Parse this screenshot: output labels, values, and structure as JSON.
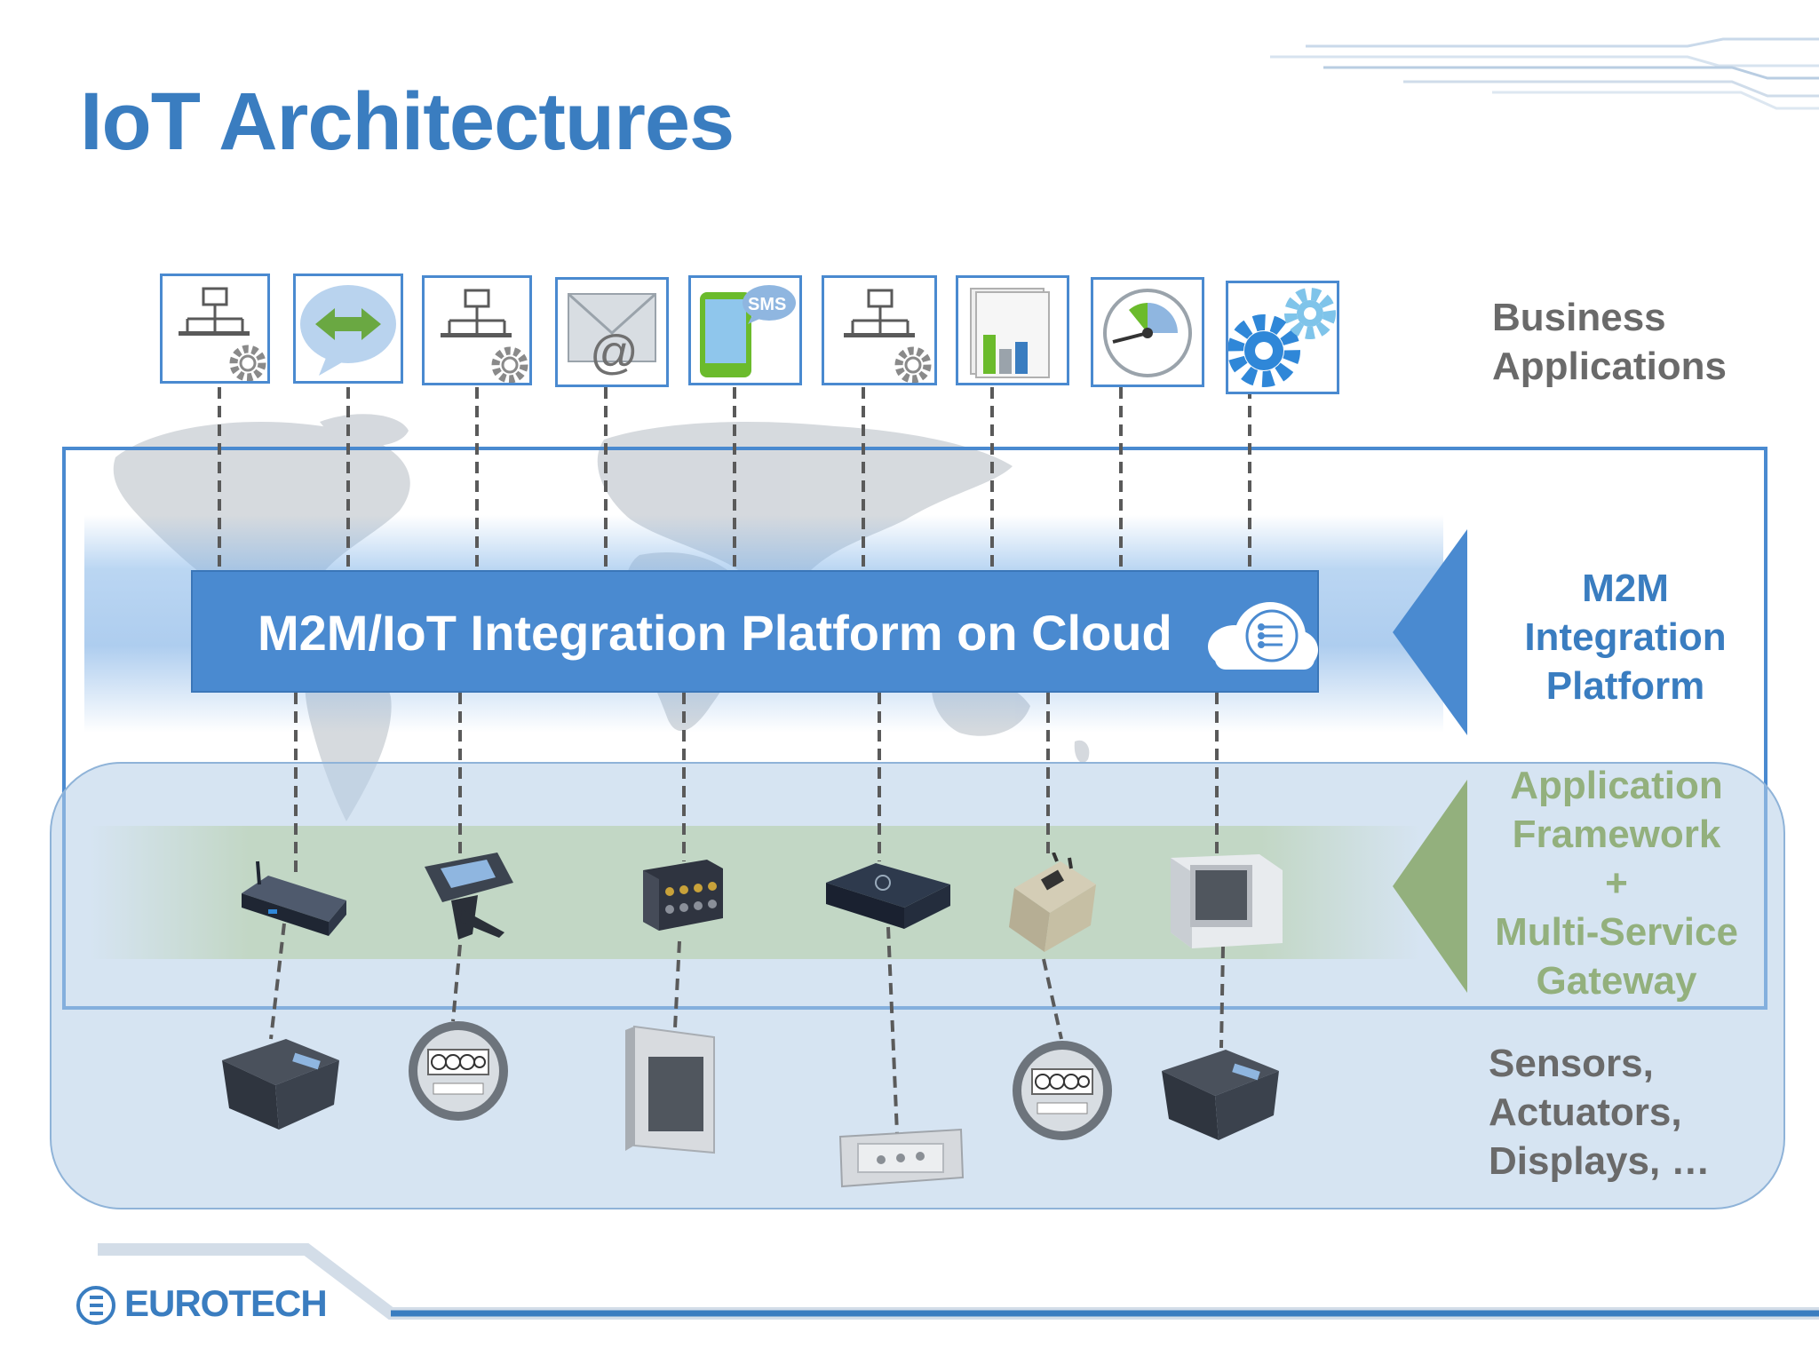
{
  "slide": {
    "title": "IoT Architectures"
  },
  "platform": {
    "bar_label": "M2M/IoT Integration Platform on Cloud"
  },
  "layers": {
    "business": [
      "Business",
      "Applications"
    ],
    "m2m": [
      "M2M",
      "Integration",
      "Platform"
    ],
    "app_framework": [
      "Application",
      "Framework",
      "+",
      "Multi-Service",
      "Gateway"
    ],
    "sensors": [
      "Sensors,",
      "Actuators,",
      "Displays, …"
    ]
  },
  "application_icons": [
    {
      "icon": "network-hierarchy-gear-icon"
    },
    {
      "icon": "speech-bubble-arrows-icon"
    },
    {
      "icon": "network-hierarchy-gear-icon"
    },
    {
      "icon": "email-envelope-at-icon"
    },
    {
      "icon": "mobile-phone-icon",
      "badge": "SMS"
    },
    {
      "icon": "network-hierarchy-gear-icon"
    },
    {
      "icon": "bar-chart-report-icon"
    },
    {
      "icon": "gauge-dashboard-icon"
    },
    {
      "icon": "gears-icon"
    }
  ],
  "gateway_devices": [
    {
      "icon": "router-device-icon"
    },
    {
      "icon": "handheld-terminal-icon"
    },
    {
      "icon": "rugged-computer-icon"
    },
    {
      "icon": "gateway-box-icon"
    },
    {
      "icon": "rugged-module-icon"
    },
    {
      "icon": "touch-panel-icon"
    }
  ],
  "field_devices": [
    {
      "icon": "io-module-icon"
    },
    {
      "icon": "electric-meter-icon"
    },
    {
      "icon": "display-panel-icon"
    },
    {
      "icon": "sensor-strip-icon"
    },
    {
      "icon": "electric-meter-icon"
    },
    {
      "icon": "io-module-icon"
    }
  ],
  "colors": {
    "accent_blue": "#4a8ad0",
    "title_blue": "#3a7dc0",
    "framework_green": "#93b07d",
    "label_gray": "#6a6a6a"
  },
  "brand": {
    "logo_text": "EUROTECH"
  }
}
